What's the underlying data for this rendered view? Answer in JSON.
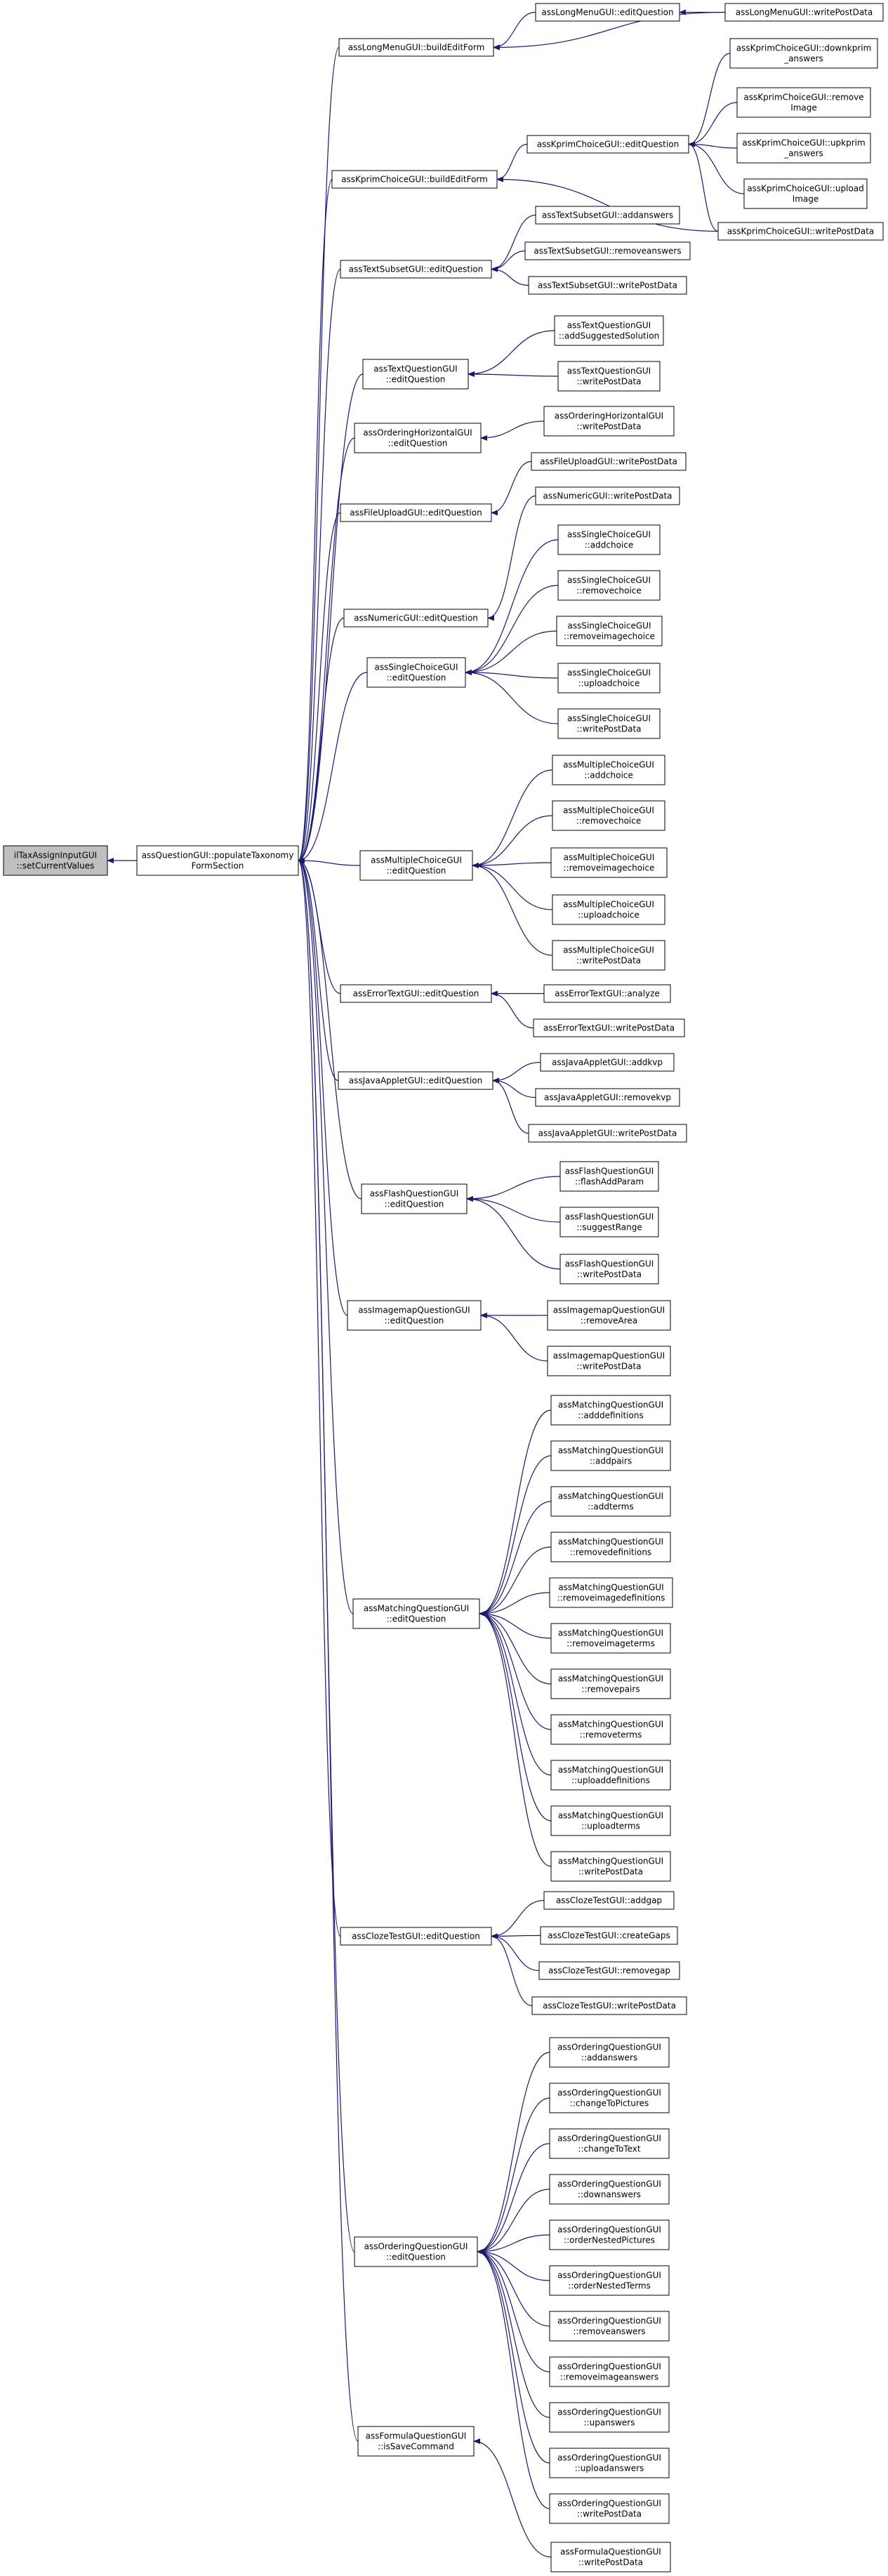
{
  "root": "root",
  "colors": {
    "edge": "#191970",
    "node_border": "#000000",
    "root_fill": "#bfbfbf",
    "node_fill": "#ffffff"
  },
  "nodes": [
    {
      "id": "root",
      "lines": [
        "ilTaxAssignInputGUI",
        "::setCurrentValues"
      ]
    },
    {
      "id": "populate",
      "lines": [
        "assQuestionGUI::populateTaxonomy",
        "FormSection"
      ]
    },
    {
      "id": "lm_build",
      "lines": [
        "assLongMenuGUI::buildEditForm"
      ]
    },
    {
      "id": "lm_edit",
      "lines": [
        "assLongMenuGUI::editQuestion"
      ]
    },
    {
      "id": "lm_write",
      "lines": [
        "assLongMenuGUI::writePostData"
      ]
    },
    {
      "id": "kp_build",
      "lines": [
        "assKprimChoiceGUI::buildEditForm"
      ]
    },
    {
      "id": "kp_edit",
      "lines": [
        "assKprimChoiceGUI::editQuestion"
      ]
    },
    {
      "id": "kp_down",
      "lines": [
        "assKprimChoiceGUI::downkprim",
        "_answers"
      ]
    },
    {
      "id": "kp_remove",
      "lines": [
        "assKprimChoiceGUI::remove",
        "Image"
      ]
    },
    {
      "id": "kp_up",
      "lines": [
        "assKprimChoiceGUI::upkprim",
        "_answers"
      ]
    },
    {
      "id": "kp_upload",
      "lines": [
        "assKprimChoiceGUI::upload",
        "Image"
      ]
    },
    {
      "id": "kp_write",
      "lines": [
        "assKprimChoiceGUI::writePostData"
      ]
    },
    {
      "id": "ts_edit",
      "lines": [
        "assTextSubsetGUI::editQuestion"
      ]
    },
    {
      "id": "ts_add",
      "lines": [
        "assTextSubsetGUI::addanswers"
      ]
    },
    {
      "id": "ts_remove",
      "lines": [
        "assTextSubsetGUI::removeanswers"
      ]
    },
    {
      "id": "ts_write",
      "lines": [
        "assTextSubsetGUI::writePostData"
      ]
    },
    {
      "id": "tq_edit",
      "lines": [
        "assTextQuestionGUI",
        "::editQuestion"
      ]
    },
    {
      "id": "tq_add",
      "lines": [
        "assTextQuestionGUI",
        "::addSuggestedSolution"
      ]
    },
    {
      "id": "tq_write",
      "lines": [
        "assTextQuestionGUI",
        "::writePostData"
      ]
    },
    {
      "id": "oh_edit",
      "lines": [
        "assOrderingHorizontalGUI",
        "::editQuestion"
      ]
    },
    {
      "id": "oh_write",
      "lines": [
        "assOrderingHorizontalGUI",
        "::writePostData"
      ]
    },
    {
      "id": "fu_edit",
      "lines": [
        "assFileUploadGUI::editQuestion"
      ]
    },
    {
      "id": "fu_write",
      "lines": [
        "assFileUploadGUI::writePostData"
      ]
    },
    {
      "id": "nu_edit",
      "lines": [
        "assNumericGUI::editQuestion"
      ]
    },
    {
      "id": "nu_write",
      "lines": [
        "assNumericGUI::writePostData"
      ]
    },
    {
      "id": "sc_edit",
      "lines": [
        "assSingleChoiceGUI",
        "::editQuestion"
      ]
    },
    {
      "id": "sc_add",
      "lines": [
        "assSingleChoiceGUI",
        "::addchoice"
      ]
    },
    {
      "id": "sc_remove",
      "lines": [
        "assSingleChoiceGUI",
        "::removechoice"
      ]
    },
    {
      "id": "sc_removeimg",
      "lines": [
        "assSingleChoiceGUI",
        "::removeimagechoice"
      ]
    },
    {
      "id": "sc_upload",
      "lines": [
        "assSingleChoiceGUI",
        "::uploadchoice"
      ]
    },
    {
      "id": "sc_write",
      "lines": [
        "assSingleChoiceGUI",
        "::writePostData"
      ]
    },
    {
      "id": "mc_edit",
      "lines": [
        "assMultipleChoiceGUI",
        "::editQuestion"
      ]
    },
    {
      "id": "mc_add",
      "lines": [
        "assMultipleChoiceGUI",
        "::addchoice"
      ]
    },
    {
      "id": "mc_remove",
      "lines": [
        "assMultipleChoiceGUI",
        "::removechoice"
      ]
    },
    {
      "id": "mc_removeimg",
      "lines": [
        "assMultipleChoiceGUI",
        "::removeimagechoice"
      ]
    },
    {
      "id": "mc_upload",
      "lines": [
        "assMultipleChoiceGUI",
        "::uploadchoice"
      ]
    },
    {
      "id": "mc_write",
      "lines": [
        "assMultipleChoiceGUI",
        "::writePostData"
      ]
    },
    {
      "id": "et_edit",
      "lines": [
        "assErrorTextGUI::editQuestion"
      ]
    },
    {
      "id": "et_analyze",
      "lines": [
        "assErrorTextGUI::analyze"
      ]
    },
    {
      "id": "et_write",
      "lines": [
        "assErrorTextGUI::writePostData"
      ]
    },
    {
      "id": "ja_edit",
      "lines": [
        "assJavaAppletGUI::editQuestion"
      ]
    },
    {
      "id": "ja_add",
      "lines": [
        "assJavaAppletGUI::addkvp"
      ]
    },
    {
      "id": "ja_remove",
      "lines": [
        "assJavaAppletGUI::removekvp"
      ]
    },
    {
      "id": "ja_write",
      "lines": [
        "assJavaAppletGUI::writePostData"
      ]
    },
    {
      "id": "fl_edit",
      "lines": [
        "assFlashQuestionGUI",
        "::editQuestion"
      ]
    },
    {
      "id": "fl_add",
      "lines": [
        "assFlashQuestionGUI",
        "::flashAddParam"
      ]
    },
    {
      "id": "fl_suggest",
      "lines": [
        "assFlashQuestionGUI",
        "::suggestRange"
      ]
    },
    {
      "id": "fl_write",
      "lines": [
        "assFlashQuestionGUI",
        "::writePostData"
      ]
    },
    {
      "id": "im_edit",
      "lines": [
        "assImagemapQuestionGUI",
        "::editQuestion"
      ]
    },
    {
      "id": "im_remove",
      "lines": [
        "assImagemapQuestionGUI",
        "::removeArea"
      ]
    },
    {
      "id": "im_write",
      "lines": [
        "assImagemapQuestionGUI",
        "::writePostData"
      ]
    },
    {
      "id": "ma_edit",
      "lines": [
        "assMatchingQuestionGUI",
        "::editQuestion"
      ]
    },
    {
      "id": "ma_adddef",
      "lines": [
        "assMatchingQuestionGUI",
        "::adddefinitions"
      ]
    },
    {
      "id": "ma_addpairs",
      "lines": [
        "assMatchingQuestionGUI",
        "::addpairs"
      ]
    },
    {
      "id": "ma_addterms",
      "lines": [
        "assMatchingQuestionGUI",
        "::addterms"
      ]
    },
    {
      "id": "ma_remdef",
      "lines": [
        "assMatchingQuestionGUI",
        "::removedefinitions"
      ]
    },
    {
      "id": "ma_remimgdef",
      "lines": [
        "assMatchingQuestionGUI",
        "::removeimagedefinitions"
      ]
    },
    {
      "id": "ma_remimgterms",
      "lines": [
        "assMatchingQuestionGUI",
        "::removeimageterms"
      ]
    },
    {
      "id": "ma_rempairs",
      "lines": [
        "assMatchingQuestionGUI",
        "::removepairs"
      ]
    },
    {
      "id": "ma_remterms",
      "lines": [
        "assMatchingQuestionGUI",
        "::removeterms"
      ]
    },
    {
      "id": "ma_updef",
      "lines": [
        "assMatchingQuestionGUI",
        "::uploaddefinitions"
      ]
    },
    {
      "id": "ma_upterms",
      "lines": [
        "assMatchingQuestionGUI",
        "::uploadterms"
      ]
    },
    {
      "id": "ma_write",
      "lines": [
        "assMatchingQuestionGUI",
        "::writePostData"
      ]
    },
    {
      "id": "cz_edit",
      "lines": [
        "assClozeTestGUI::editQuestion"
      ]
    },
    {
      "id": "cz_addgap",
      "lines": [
        "assClozeTestGUI::addgap"
      ]
    },
    {
      "id": "cz_create",
      "lines": [
        "assClozeTestGUI::createGaps"
      ]
    },
    {
      "id": "cz_remove",
      "lines": [
        "assClozeTestGUI::removegap"
      ]
    },
    {
      "id": "cz_write",
      "lines": [
        "assClozeTestGUI::writePostData"
      ]
    },
    {
      "id": "or_edit",
      "lines": [
        "assOrderingQuestionGUI",
        "::editQuestion"
      ]
    },
    {
      "id": "or_add",
      "lines": [
        "assOrderingQuestionGUI",
        "::addanswers"
      ]
    },
    {
      "id": "or_pics",
      "lines": [
        "assOrderingQuestionGUI",
        "::changeToPictures"
      ]
    },
    {
      "id": "or_text",
      "lines": [
        "assOrderingQuestionGUI",
        "::changeToText"
      ]
    },
    {
      "id": "or_down",
      "lines": [
        "assOrderingQuestionGUI",
        "::downanswers"
      ]
    },
    {
      "id": "or_nestpics",
      "lines": [
        "assOrderingQuestionGUI",
        "::orderNestedPictures"
      ]
    },
    {
      "id": "or_nestterms",
      "lines": [
        "assOrderingQuestionGUI",
        "::orderNestedTerms"
      ]
    },
    {
      "id": "or_remove",
      "lines": [
        "assOrderingQuestionGUI",
        "::removeanswers"
      ]
    },
    {
      "id": "or_removeimg",
      "lines": [
        "assOrderingQuestionGUI",
        "::removeimageanswers"
      ]
    },
    {
      "id": "or_up",
      "lines": [
        "assOrderingQuestionGUI",
        "::upanswers"
      ]
    },
    {
      "id": "or_upload",
      "lines": [
        "assOrderingQuestionGUI",
        "::uploadanswers"
      ]
    },
    {
      "id": "or_write",
      "lines": [
        "assOrderingQuestionGUI",
        "::writePostData"
      ]
    },
    {
      "id": "fo_save",
      "lines": [
        "assFormulaQuestionGUI",
        "::isSaveCommand"
      ]
    },
    {
      "id": "fo_write",
      "lines": [
        "assFormulaQuestionGUI",
        "::writePostData"
      ]
    }
  ],
  "edges": [
    [
      "populate",
      "root"
    ],
    [
      "lm_build",
      "populate"
    ],
    [
      "lm_edit",
      "lm_build"
    ],
    [
      "lm_write",
      "lm_build"
    ],
    [
      "lm_write",
      "lm_edit"
    ],
    [
      "kp_build",
      "populate"
    ],
    [
      "kp_edit",
      "kp_build"
    ],
    [
      "kp_write",
      "kp_build"
    ],
    [
      "kp_down",
      "kp_edit"
    ],
    [
      "kp_remove",
      "kp_edit"
    ],
    [
      "kp_up",
      "kp_edit"
    ],
    [
      "kp_upload",
      "kp_edit"
    ],
    [
      "kp_write",
      "kp_edit"
    ],
    [
      "ts_edit",
      "populate"
    ],
    [
      "ts_add",
      "ts_edit"
    ],
    [
      "ts_remove",
      "ts_edit"
    ],
    [
      "ts_write",
      "ts_edit"
    ],
    [
      "tq_edit",
      "populate"
    ],
    [
      "tq_add",
      "tq_edit"
    ],
    [
      "tq_write",
      "tq_edit"
    ],
    [
      "oh_edit",
      "populate"
    ],
    [
      "oh_write",
      "oh_edit"
    ],
    [
      "fu_edit",
      "populate"
    ],
    [
      "fu_write",
      "fu_edit"
    ],
    [
      "nu_edit",
      "populate"
    ],
    [
      "nu_write",
      "nu_edit"
    ],
    [
      "sc_edit",
      "populate"
    ],
    [
      "sc_add",
      "sc_edit"
    ],
    [
      "sc_remove",
      "sc_edit"
    ],
    [
      "sc_removeimg",
      "sc_edit"
    ],
    [
      "sc_upload",
      "sc_edit"
    ],
    [
      "sc_write",
      "sc_edit"
    ],
    [
      "mc_edit",
      "populate"
    ],
    [
      "mc_add",
      "mc_edit"
    ],
    [
      "mc_remove",
      "mc_edit"
    ],
    [
      "mc_removeimg",
      "mc_edit"
    ],
    [
      "mc_upload",
      "mc_edit"
    ],
    [
      "mc_write",
      "mc_edit"
    ],
    [
      "et_edit",
      "populate"
    ],
    [
      "et_analyze",
      "et_edit"
    ],
    [
      "et_write",
      "et_edit"
    ],
    [
      "ja_edit",
      "populate"
    ],
    [
      "ja_add",
      "ja_edit"
    ],
    [
      "ja_remove",
      "ja_edit"
    ],
    [
      "ja_write",
      "ja_edit"
    ],
    [
      "fl_edit",
      "populate"
    ],
    [
      "fl_add",
      "fl_edit"
    ],
    [
      "fl_suggest",
      "fl_edit"
    ],
    [
      "fl_write",
      "fl_edit"
    ],
    [
      "im_edit",
      "populate"
    ],
    [
      "im_remove",
      "im_edit"
    ],
    [
      "im_write",
      "im_edit"
    ],
    [
      "ma_edit",
      "populate"
    ],
    [
      "ma_adddef",
      "ma_edit"
    ],
    [
      "ma_addpairs",
      "ma_edit"
    ],
    [
      "ma_addterms",
      "ma_edit"
    ],
    [
      "ma_remdef",
      "ma_edit"
    ],
    [
      "ma_remimgdef",
      "ma_edit"
    ],
    [
      "ma_remimgterms",
      "ma_edit"
    ],
    [
      "ma_rempairs",
      "ma_edit"
    ],
    [
      "ma_remterms",
      "ma_edit"
    ],
    [
      "ma_updef",
      "ma_edit"
    ],
    [
      "ma_upterms",
      "ma_edit"
    ],
    [
      "ma_write",
      "ma_edit"
    ],
    [
      "cz_edit",
      "populate"
    ],
    [
      "cz_addgap",
      "cz_edit"
    ],
    [
      "cz_create",
      "cz_edit"
    ],
    [
      "cz_remove",
      "cz_edit"
    ],
    [
      "cz_write",
      "cz_edit"
    ],
    [
      "or_edit",
      "populate"
    ],
    [
      "or_add",
      "or_edit"
    ],
    [
      "or_pics",
      "or_edit"
    ],
    [
      "or_text",
      "or_edit"
    ],
    [
      "or_down",
      "or_edit"
    ],
    [
      "or_nestpics",
      "or_edit"
    ],
    [
      "or_nestterms",
      "or_edit"
    ],
    [
      "or_remove",
      "or_edit"
    ],
    [
      "or_removeimg",
      "or_edit"
    ],
    [
      "or_up",
      "or_edit"
    ],
    [
      "or_upload",
      "or_edit"
    ],
    [
      "or_write",
      "or_edit"
    ],
    [
      "fo_save",
      "populate"
    ],
    [
      "fo_write",
      "fo_save"
    ]
  ]
}
